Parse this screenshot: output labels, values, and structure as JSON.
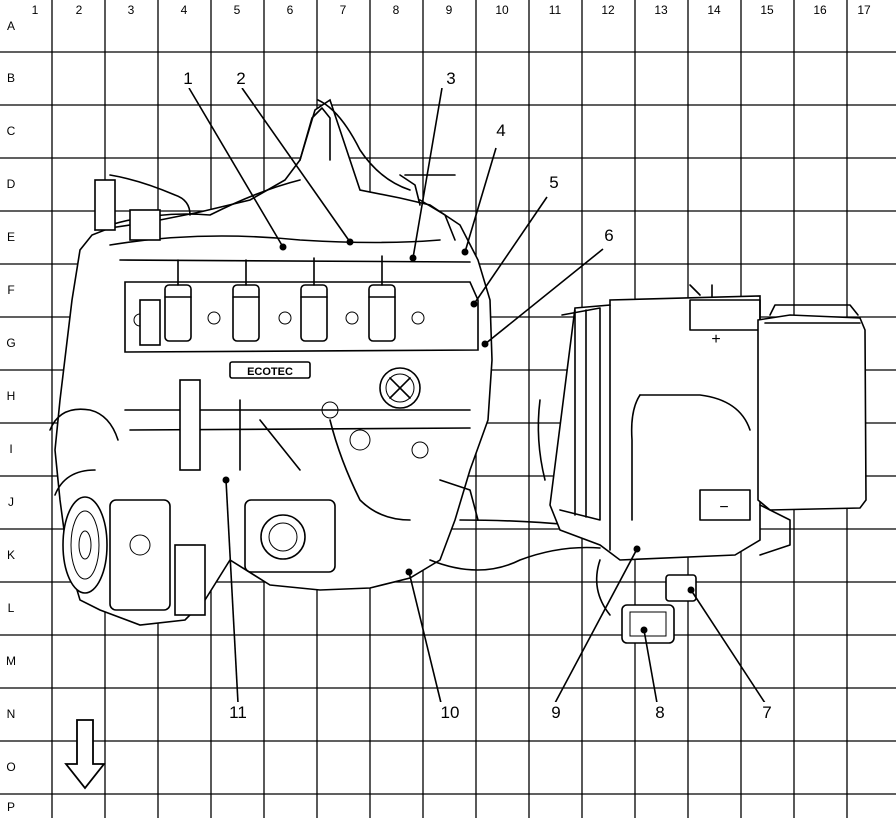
{
  "grid": {
    "columns": [
      "1",
      "2",
      "3",
      "4",
      "5",
      "6",
      "7",
      "8",
      "9",
      "10",
      "11",
      "12",
      "13",
      "14",
      "15",
      "16",
      "17"
    ],
    "rows": [
      "A",
      "B",
      "C",
      "D",
      "E",
      "F",
      "G",
      "H",
      "I",
      "J",
      "K",
      "L",
      "M",
      "N",
      "O",
      "P"
    ]
  },
  "callouts": [
    "1",
    "2",
    "3",
    "4",
    "5",
    "6",
    "7",
    "8",
    "9",
    "10",
    "11"
  ],
  "engine_badge": "ECOTEC",
  "battery_plus": "+",
  "battery_minus": "−",
  "front_arrow_icon": "down-arrow-icon"
}
